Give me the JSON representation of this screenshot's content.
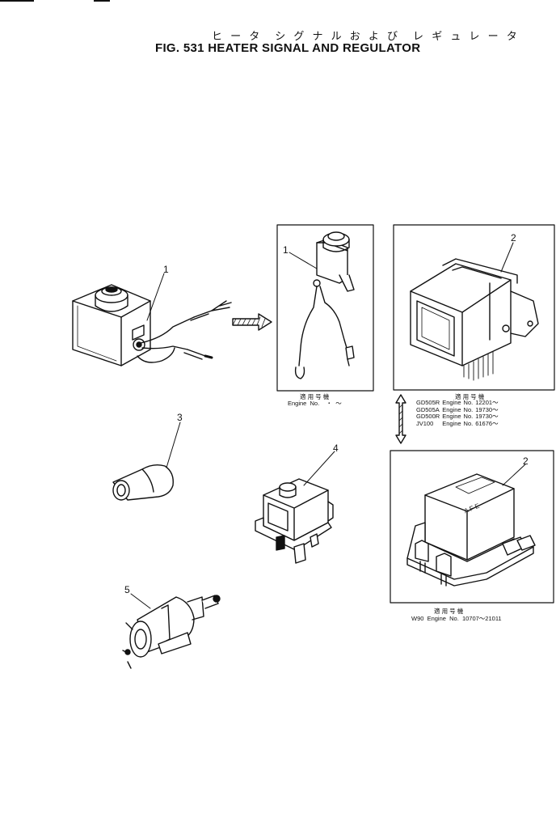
{
  "header": {
    "title_jp": "ヒ ー タ　シ グ ナ ル お よ び　レ ギ ュ レ ー タ",
    "title_en": "FIG. 531  HEATER SIGNAL AND REGULATOR"
  },
  "callouts": {
    "c1a": "1",
    "c1b": "1",
    "c2a": "2",
    "c2b": "2",
    "c3": "3",
    "c4": "4",
    "c5": "5"
  },
  "notes": {
    "inset1": {
      "jp": "適 用 号 機",
      "line": "Engine  No.    ・  ～"
    },
    "inset2": {
      "jp": "適 用 号 機",
      "rows": [
        [
          "GD505R",
          "Engine",
          "No.",
          "12201～"
        ],
        [
          "GD505A",
          "Engine",
          "No.",
          "19730～"
        ],
        [
          "GD500R",
          "Engine",
          "No.",
          "19730～"
        ],
        [
          "JV100",
          "Engine",
          "No.",
          "61676～"
        ]
      ]
    },
    "inset3": {
      "jp": "適 用 号 機",
      "line": "W90  Engine  No.  10707～21011"
    }
  },
  "regulator_face_letters": "A F E"
}
